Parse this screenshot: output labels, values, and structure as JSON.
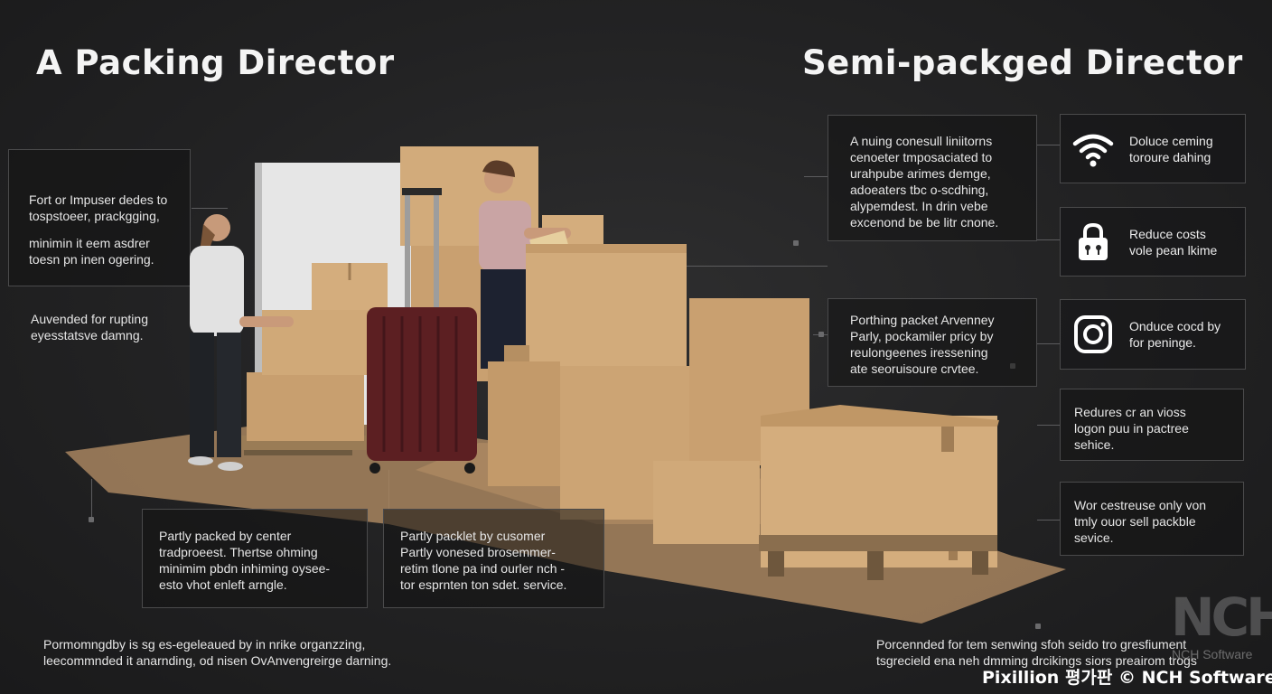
{
  "header": {
    "left_title": "A Packing Director",
    "right_title": "Semi-packged Director"
  },
  "left_panel": {
    "box1_lines": [
      "Fort or Impuser dedes to",
      "tospstoeer, prackgging,",
      "",
      "minimin it eem asdrer",
      "toesn pn inen ogering."
    ],
    "box2_lines": [
      "Auvended for rupting",
      "eyesstatsve damng."
    ]
  },
  "center_bottom": {
    "box_left_lines": [
      "Partly packed by center",
      "tradproeest. Thertse ohming",
      "minimim pbdn inhiming oysee-",
      "esto vhot enleft arngle."
    ],
    "box_right_lines": [
      "Partly packlet by cusomer",
      "Partly vonesed brosemmer-",
      "retim tlone pa ind ourler nch -",
      "tor esprnten ton sdet. service."
    ]
  },
  "footer_left_lines": [
    "Pormomngdby is sg es-egeleaued by in nrike organzzing,",
    "leecommnded it anarnding, od nisen OvAnvengreirge darning."
  ],
  "footer_right_lines": [
    "Porcennded for tem senwing sfoh seido tro gresfiument",
    "tsgrecield ena neh dmming drcikings siors preairom trogs"
  ],
  "right_panel": {
    "intro_lines": [
      "A nuing conesull liniitorns",
      "cenoeter tmposaciated to",
      "urahpube arimes demge,",
      "adoeaters tbc o-scdhing,",
      "alypemdest. In drin vebe",
      "excenond be be litr cnone."
    ],
    "mid_lines": [
      "Porthing packet Arvenney",
      "Parly, pockamiler pricy by",
      "reulongeenes iressening",
      "ate seoruisoure crvtee."
    ]
  },
  "features": [
    {
      "icon": "wifi-icon",
      "lines": [
        "Doluce ceming",
        "toroure dahing"
      ]
    },
    {
      "icon": "lock-icon",
      "lines": [
        "Reduce costs",
        "vole pean lkime"
      ]
    },
    {
      "icon": "instagram-icon",
      "lines": [
        "Onduce cocd by",
        "for peninge."
      ]
    },
    {
      "icon": "",
      "lines": [
        "Redures cr an vioss",
        "logon puu in pactree",
        "sehice."
      ]
    },
    {
      "icon": "",
      "lines": [
        "Wor cestreuse only von",
        "tmly ouor sell packble",
        "sevice."
      ]
    }
  ],
  "watermark": {
    "logo_text": "NCH",
    "logo_sub": "NCH Software",
    "caption": "Pixillion 평가판 © NCH Software"
  },
  "colors": {
    "background": "#262627",
    "cardboard": "#c9a273",
    "suitcase": "#5c1f22",
    "panel_border": "#4a4a4b"
  }
}
